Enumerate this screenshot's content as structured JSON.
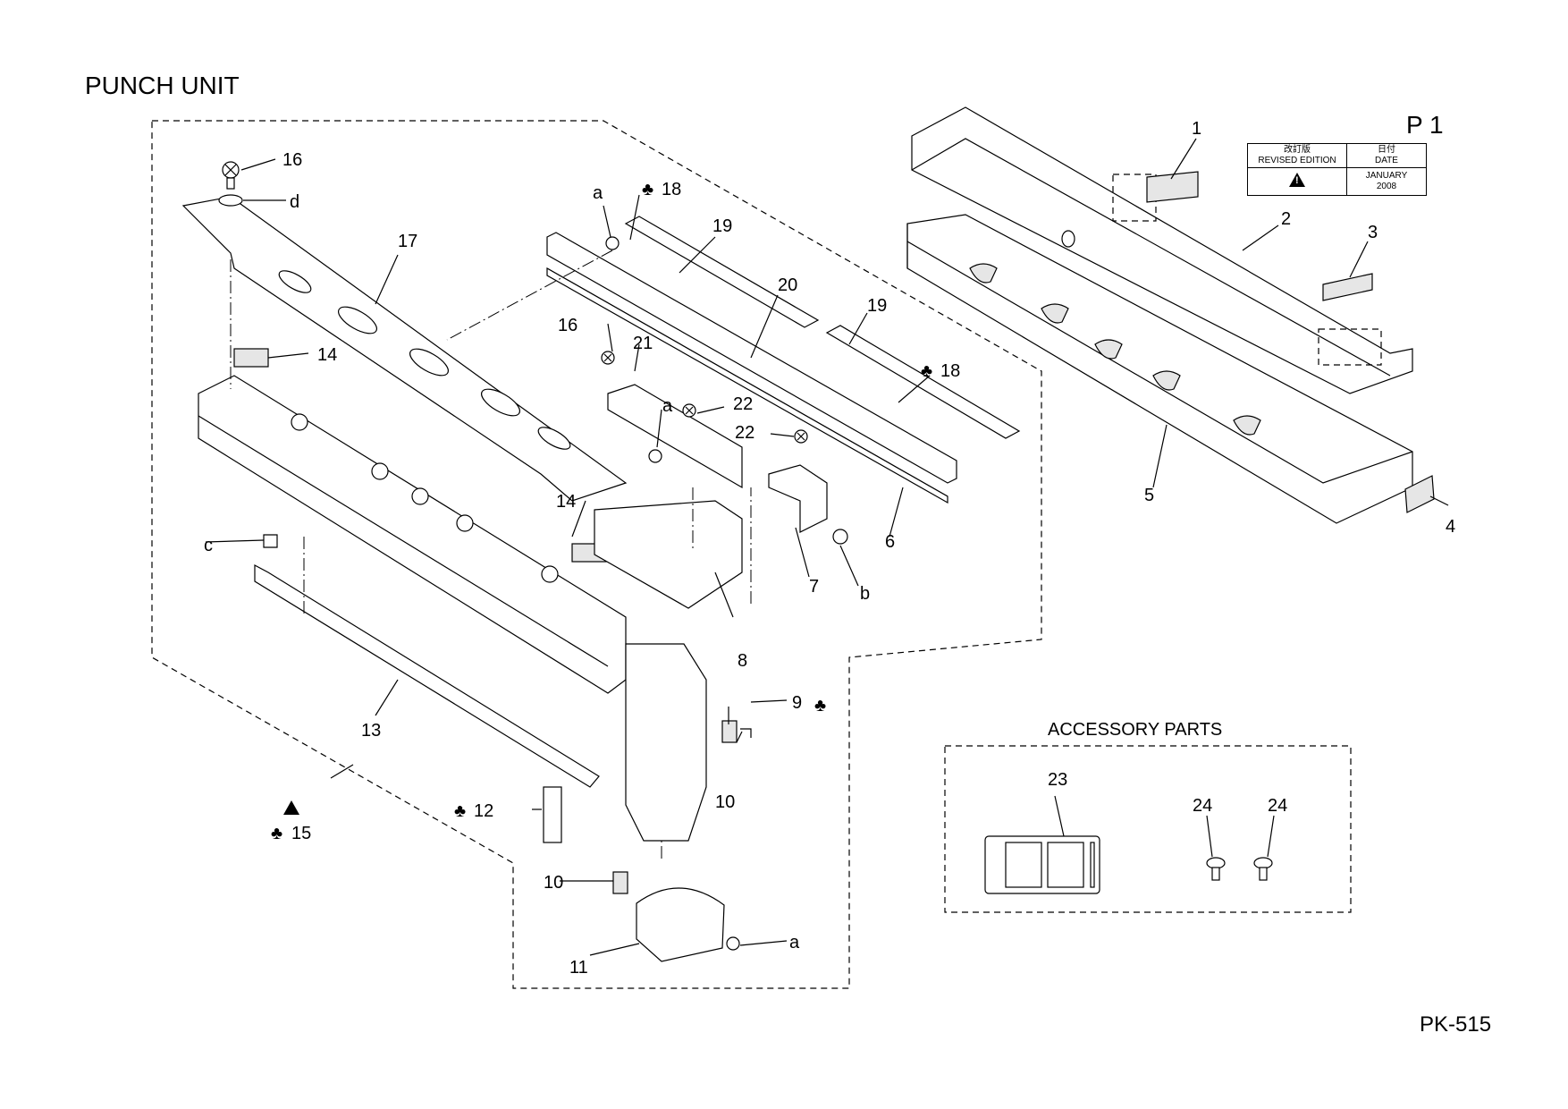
{
  "title": "PUNCH UNIT",
  "page_code": "P 1",
  "model": "PK-515",
  "revision_table": {
    "header_left_jp": "改訂版",
    "header_left_en": "REVISED EDITION",
    "header_right_jp": "日付",
    "header_right_en": "DATE",
    "date_line1": "JANUARY",
    "date_line2": "2008"
  },
  "accessory_title": "ACCESSORY PARTS",
  "callouts": {
    "c1": "1",
    "c2": "2",
    "c3": "3",
    "c4": "4",
    "c5": "5",
    "c6": "6",
    "c7": "7",
    "c8": "8",
    "c9": "9",
    "c10a": "10",
    "c10b": "10",
    "c11": "11",
    "c12": "12",
    "c13": "13",
    "c14a": "14",
    "c14b": "14",
    "c15": "15",
    "c16a": "16",
    "c16b": "16",
    "c17": "17",
    "c18a": "18",
    "c18b": "18",
    "c19a": "19",
    "c19b": "19",
    "c20": "20",
    "c21": "21",
    "c22a": "22",
    "c22b": "22",
    "c23": "23",
    "c24a": "24",
    "c24b": "24",
    "ca1": "a",
    "ca2": "a",
    "ca3": "a",
    "cb": "b",
    "cc": "c",
    "cd": "d"
  },
  "marks": {
    "club": "♣"
  },
  "colors": {
    "ink": "#000000",
    "paper": "#ffffff",
    "shade": "#e6e6e6"
  }
}
